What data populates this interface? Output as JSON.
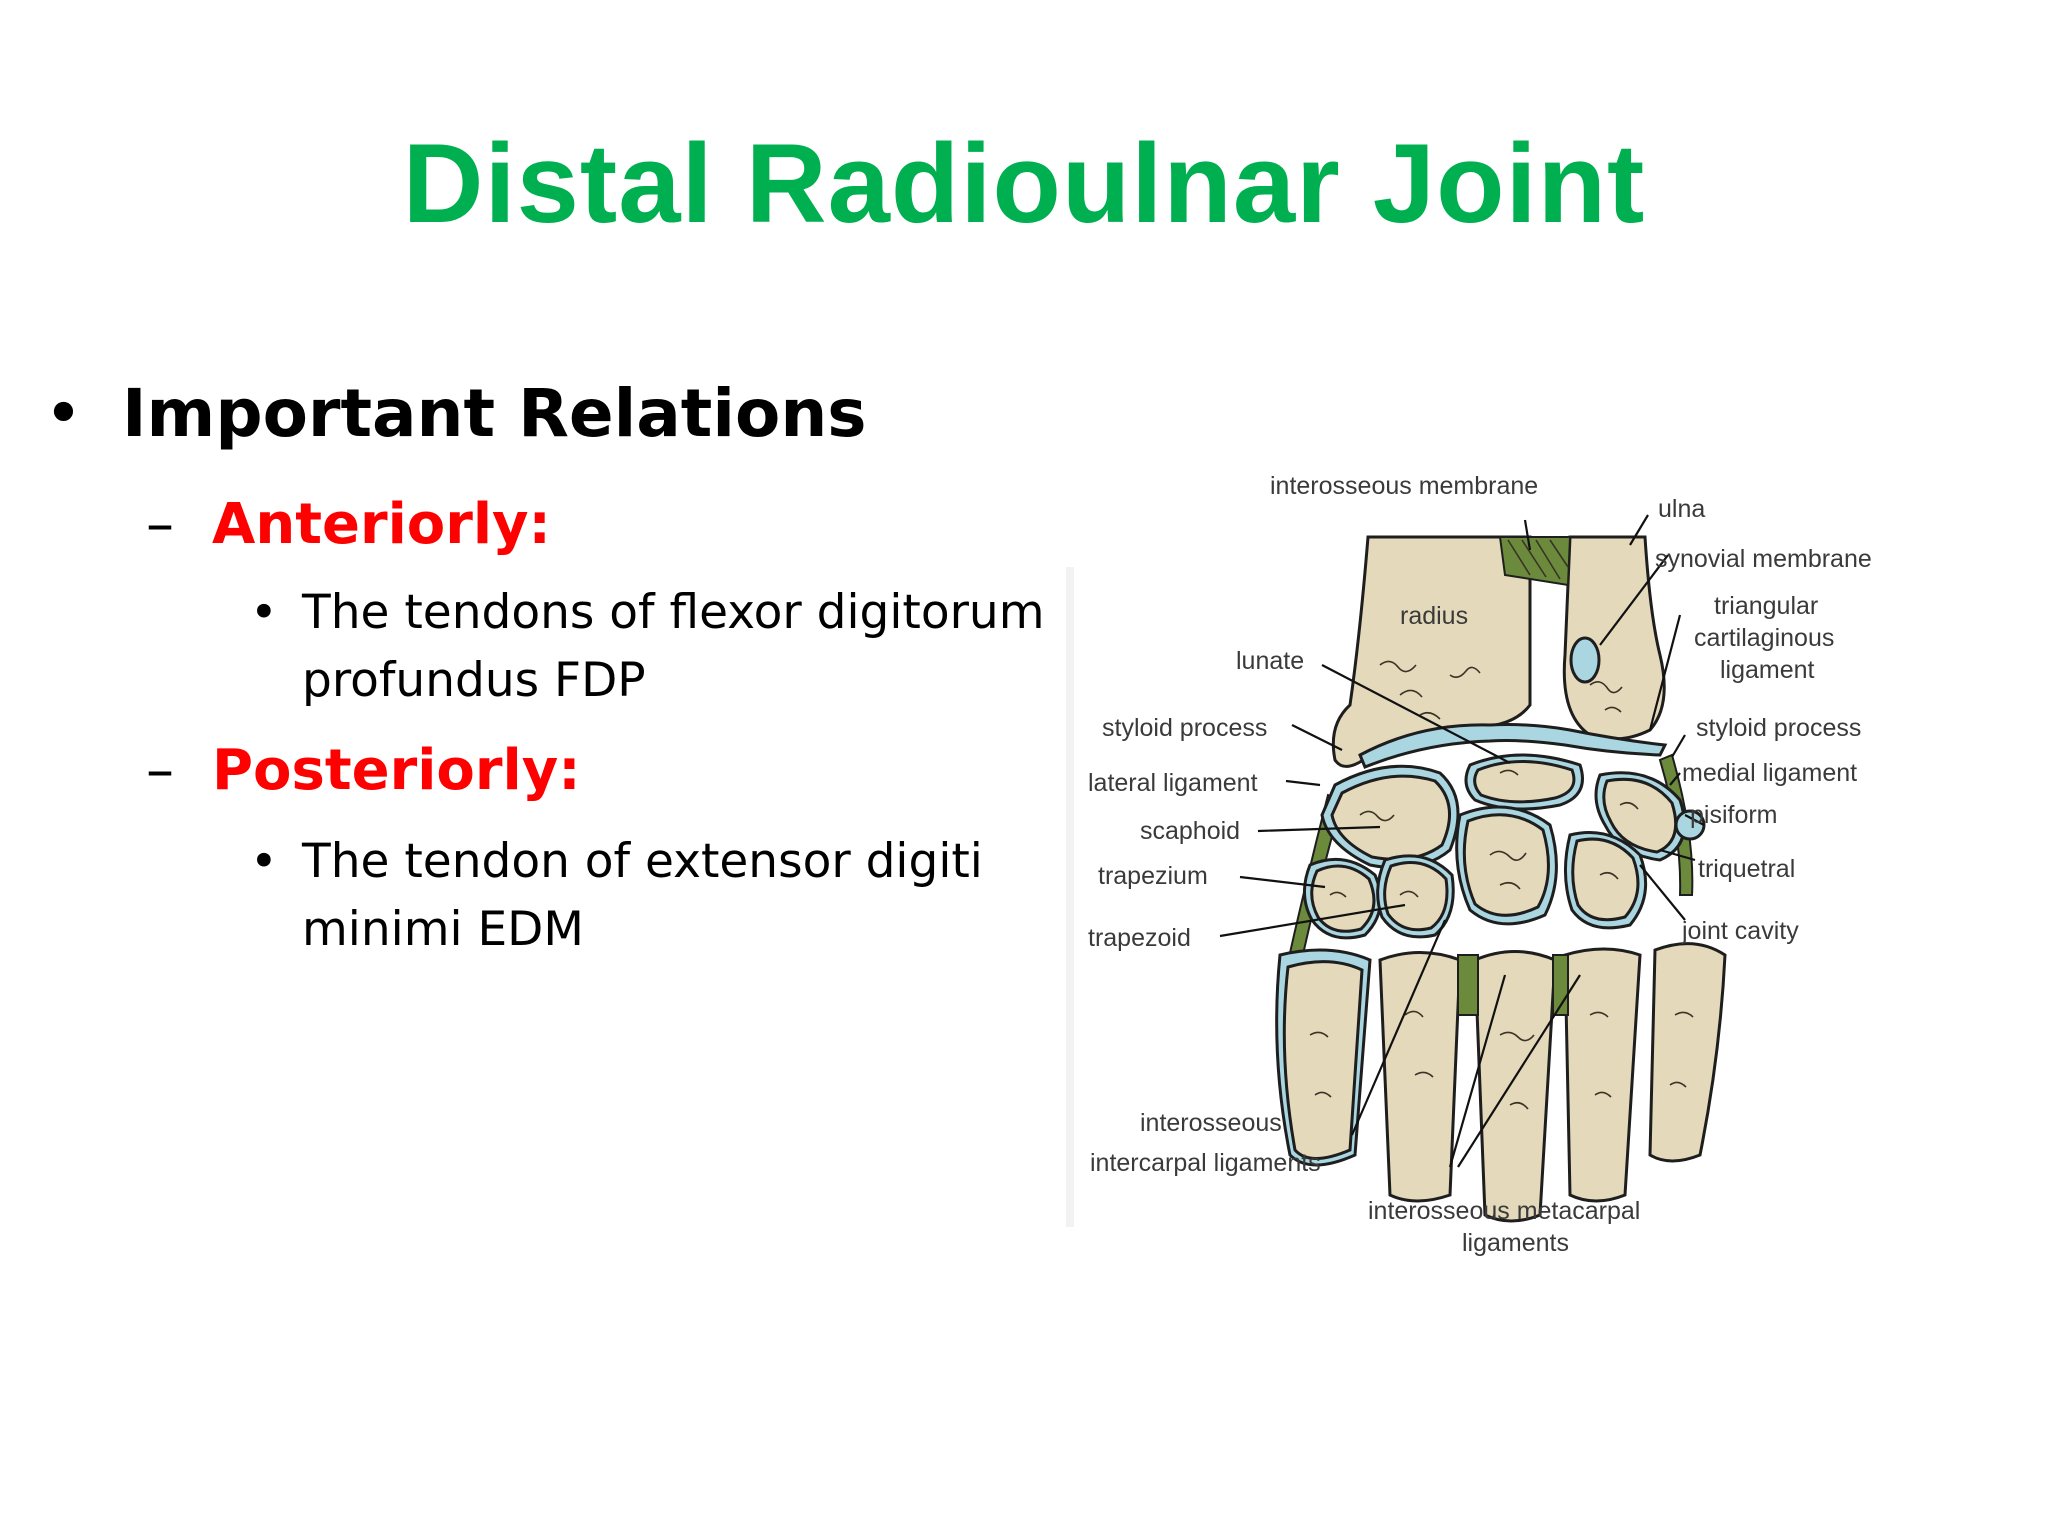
{
  "slide": {
    "title": "Distal Radioulnar Joint",
    "title_color": "#00b050",
    "bullets": {
      "main": {
        "marker": "•",
        "text": "Important Relations"
      },
      "sub": [
        {
          "marker": "–",
          "heading": "Anteriorly:",
          "heading_color": "#ff0000",
          "items": [
            {
              "marker": "•",
              "text": "The tendons of flexor digitorum profundus FDP"
            }
          ]
        },
        {
          "marker": "–",
          "heading": "Posteriorly:",
          "heading_color": "#ff0000",
          "items": [
            {
              "marker": "•",
              "text": "The tendon of extensor digiti minimi EDM"
            }
          ]
        }
      ]
    }
  },
  "diagram": {
    "labels": {
      "interosseous_membrane": "interosseous membrane",
      "ulna": "ulna",
      "synovial_membrane": "synovial membrane",
      "radius": "radius",
      "triangular_1": "triangular",
      "triangular_2": "cartilaginous",
      "triangular_3": "ligament",
      "lunate": "lunate",
      "styloid_process_left": "styloid process",
      "styloid_process_right": "styloid process",
      "medial_ligament": "medial ligament",
      "lateral_ligament": "lateral ligament",
      "pisiform": "pisiform",
      "scaphoid": "scaphoid",
      "trapezium": "trapezium",
      "triquetral": "triquetral",
      "joint_cavity": "joint cavity",
      "trapezoid": "trapezoid",
      "interosseous_intercarpal_1": "interosseous",
      "interosseous_intercarpal_2": "intercarpal ligaments",
      "interosseous_metacarpal_1": "interosseous metacarpal",
      "interosseous_metacarpal_2": "ligaments"
    },
    "colors": {
      "bone": "#e4d9bb",
      "cartilage": "#a9d6e0",
      "ligament": "#6b8a3c"
    }
  }
}
